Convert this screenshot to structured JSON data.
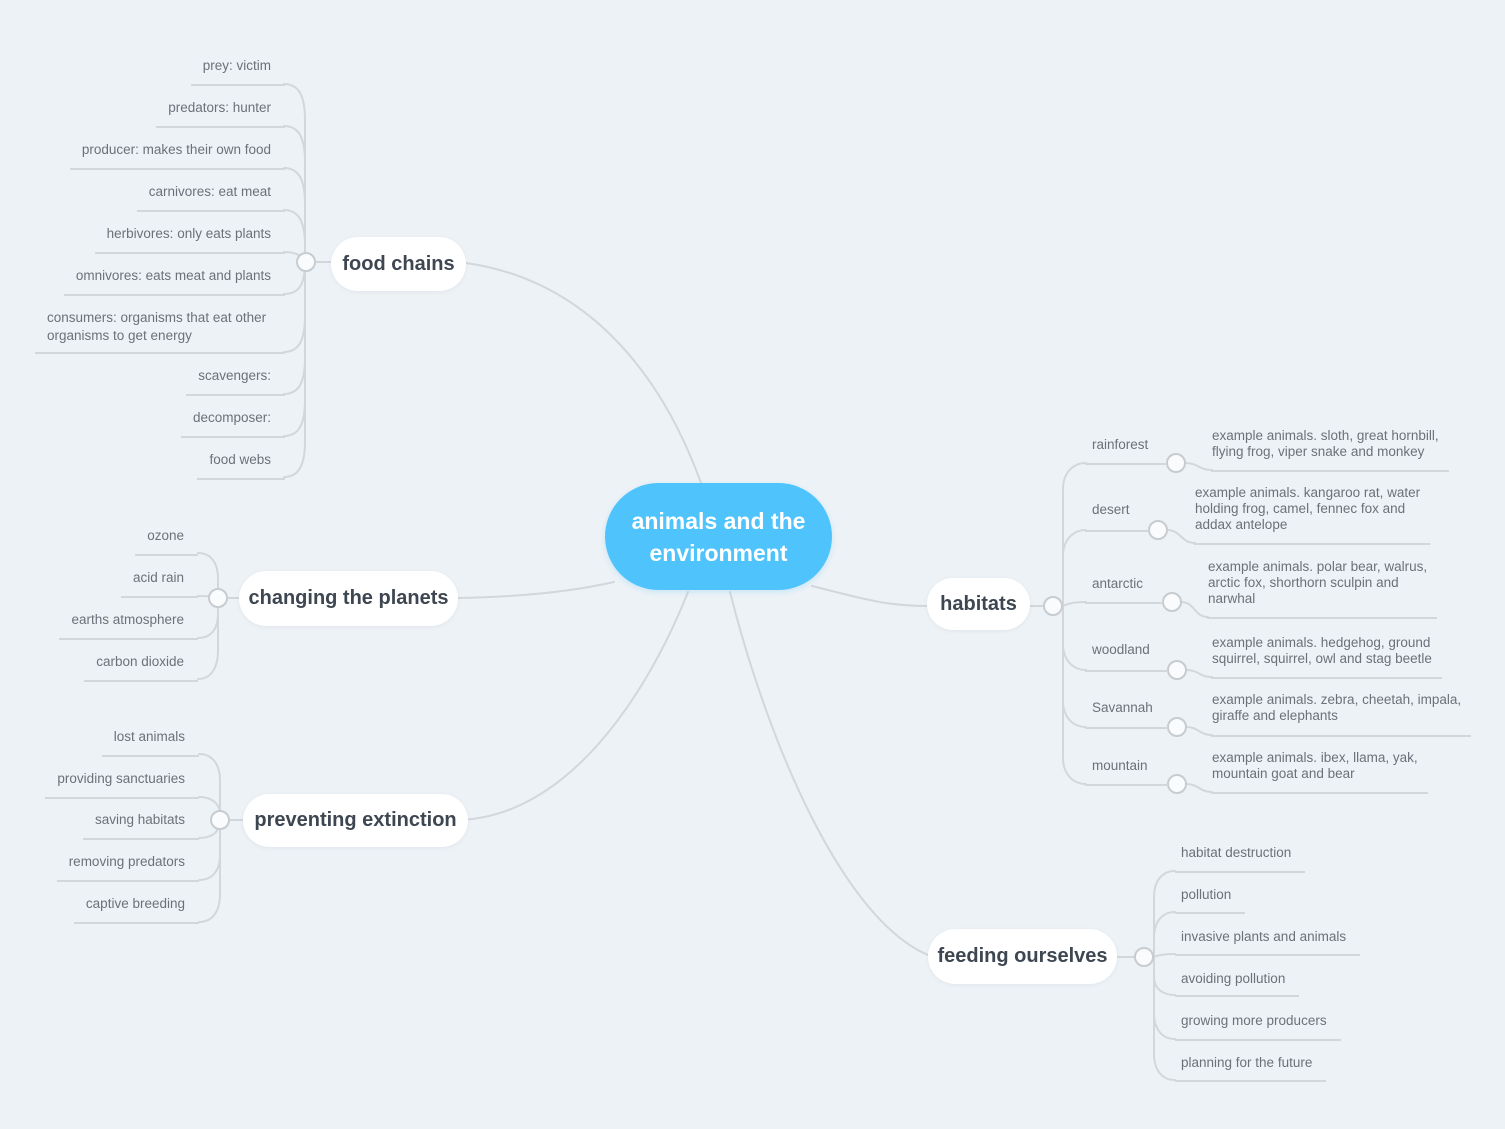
{
  "app": {
    "type": "mind-map"
  },
  "colors": {
    "background": "#edf2f6",
    "root_fill": "#4fc3fc",
    "root_text": "#ffffff",
    "topic_fill": "#ffffff",
    "topic_text": "#3d4651",
    "child_text": "#6b7179",
    "line": "#d3d7db"
  },
  "root": {
    "label": "animals and the environment",
    "label_lines": [
      "animals and the",
      "environment"
    ]
  },
  "branches": [
    {
      "label": "food chains",
      "children": [
        {
          "label": "prey: victim"
        },
        {
          "label": "predators: hunter"
        },
        {
          "label": "producer: makes their own food"
        },
        {
          "label": "carnivores: eat meat"
        },
        {
          "label": "herbivores: only eats plants"
        },
        {
          "label": "omnivores: eats meat and plants"
        },
        {
          "label": "consumers: organisms that eat other organisms to get energy",
          "label_lines": [
            "consumers: organisms that eat other",
            "organisms to get energy"
          ]
        },
        {
          "label": "scavengers:"
        },
        {
          "label": "decomposer:"
        },
        {
          "label": "food webs"
        }
      ]
    },
    {
      "label": "changing the planets",
      "children": [
        {
          "label": "ozone"
        },
        {
          "label": "acid rain"
        },
        {
          "label": "earths atmosphere"
        },
        {
          "label": "carbon dioxide"
        }
      ]
    },
    {
      "label": "preventing extinction",
      "children": [
        {
          "label": "lost animals"
        },
        {
          "label": "providing sanctuaries"
        },
        {
          "label": "saving habitats"
        },
        {
          "label": "removing predators"
        },
        {
          "label": "captive breeding"
        }
      ]
    },
    {
      "label": "habitats",
      "children": [
        {
          "label": "rainforest",
          "example": "example animals. sloth, great hornbill, flying frog, viper snake and monkey",
          "example_lines": [
            "example animals. sloth, great hornbill,",
            "flying frog, viper snake and monkey"
          ]
        },
        {
          "label": "desert",
          "example": "example animals. kangaroo rat, water holding frog, camel, fennec fox and addax antelope",
          "example_lines": [
            "example animals. kangaroo rat, water",
            "holding frog, camel, fennec fox and",
            "addax antelope"
          ]
        },
        {
          "label": "antarctic",
          "example": "example animals. polar bear, walrus, arctic fox, shorthorn sculpin and narwhal",
          "example_lines": [
            "example animals. polar bear, walrus,",
            "arctic fox, shorthorn sculpin and",
            "narwhal"
          ]
        },
        {
          "label": "woodland",
          "example": "example animals. hedgehog, ground squirrel, squirrel, owl and stag beetle",
          "example_lines": [
            "example animals. hedgehog, ground",
            "squirrel, squirrel, owl and stag beetle"
          ]
        },
        {
          "label": "Savannah",
          "example": "example animals. zebra, cheetah, impala, giraffe and elephants",
          "example_lines": [
            "example animals. zebra, cheetah, impala,",
            "giraffe and elephants"
          ]
        },
        {
          "label": "mountain",
          "example": "example animals. ibex, llama, yak, mountain goat and bear",
          "example_lines": [
            "example animals. ibex, llama, yak,",
            "mountain goat and bear"
          ]
        }
      ]
    },
    {
      "label": "feeding ourselves",
      "children": [
        {
          "label": "habitat destruction"
        },
        {
          "label": "pollution"
        },
        {
          "label": "invasive plants and animals"
        },
        {
          "label": "avoiding pollution"
        },
        {
          "label": "growing more producers"
        },
        {
          "label": "planning for the future"
        }
      ]
    }
  ]
}
